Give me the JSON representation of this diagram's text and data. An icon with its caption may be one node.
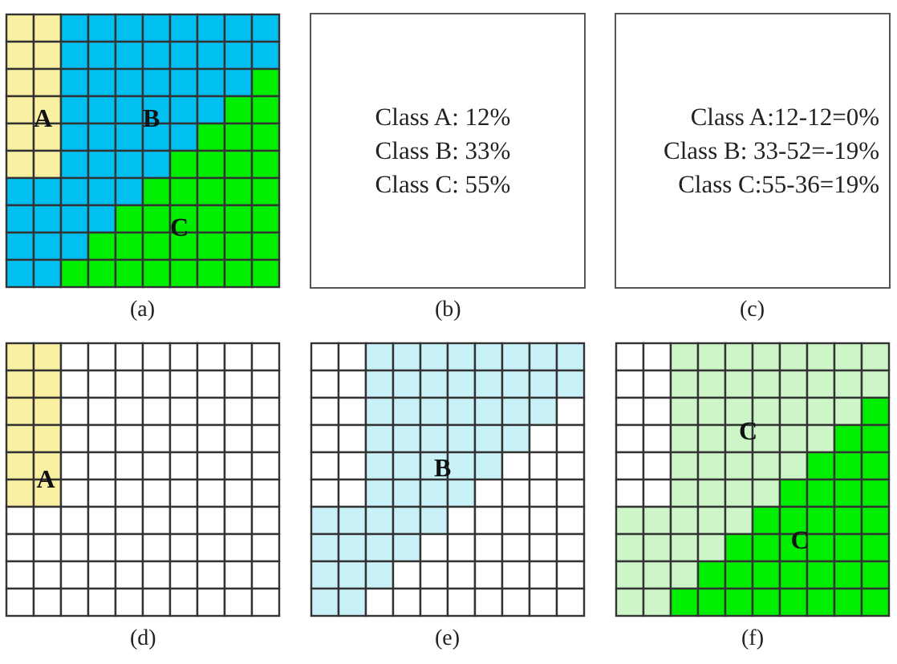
{
  "diagram": {
    "nodes": [
      {
        "text": [
          "A",
          "B",
          "C"
        ],
        "beside": [
          "(a)"
        ]
      },
      {
        "text": [
          "Class A: 12%",
          "Class B: 33%",
          "Class C: 55%"
        ],
        "beside": [
          "(b)"
        ]
      },
      {
        "text": [
          "Class A:12-12=0%",
          "Class B: 33-52=-19%",
          "Class C:55-36=19%"
        ],
        "beside": [
          "(c)"
        ]
      },
      {
        "text": [
          "A"
        ],
        "beside": [
          "(d)"
        ]
      },
      {
        "text": [
          "B"
        ],
        "beside": [
          "(e)"
        ]
      },
      {
        "text": [
          "C",
          "C"
        ],
        "beside": [
          "(f)"
        ]
      }
    ]
  }
}
